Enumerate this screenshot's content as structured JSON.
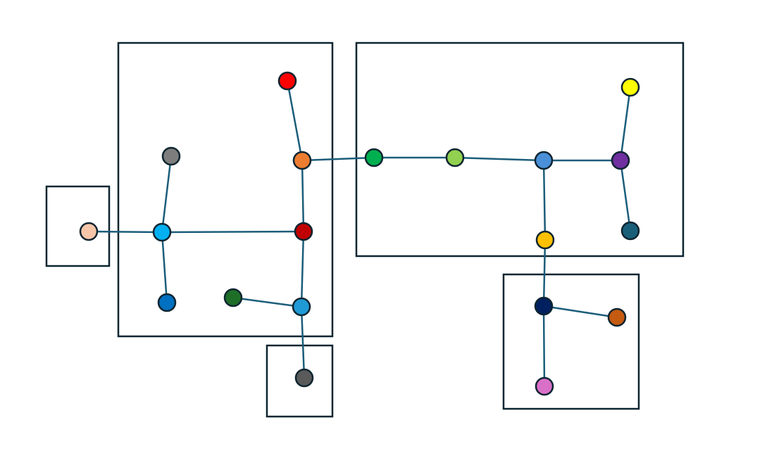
{
  "style": {
    "box_stroke": "#0b2530",
    "edge_stroke": "#1b5d7a",
    "node_stroke": "#0d2430"
  },
  "groups": [
    {
      "id": "group-left-single"
    },
    {
      "id": "group-main-left"
    },
    {
      "id": "group-bottom-single"
    },
    {
      "id": "group-main-right"
    },
    {
      "id": "group-bottom-right"
    }
  ],
  "nodes": [
    {
      "id": "peach",
      "color": "#f7c6a8"
    },
    {
      "id": "gray-top",
      "color": "#7d7d7d"
    },
    {
      "id": "cyan-hub",
      "color": "#00b0f0"
    },
    {
      "id": "blue-bottom-left",
      "color": "#0070c0"
    },
    {
      "id": "red",
      "color": "#ff0000"
    },
    {
      "id": "orange",
      "color": "#ed7d31"
    },
    {
      "id": "dark-red",
      "color": "#c00000"
    },
    {
      "id": "dark-green",
      "color": "#1e6e28"
    },
    {
      "id": "sky-blue",
      "color": "#1f9ad6"
    },
    {
      "id": "dark-gray",
      "color": "#5a5a5a"
    },
    {
      "id": "green",
      "color": "#00b050"
    },
    {
      "id": "light-green",
      "color": "#92d050"
    },
    {
      "id": "cornflower",
      "color": "#4a90d9"
    },
    {
      "id": "purple",
      "color": "#7030a0"
    },
    {
      "id": "yellow",
      "color": "#ffff00"
    },
    {
      "id": "teal",
      "color": "#1a5f7a"
    },
    {
      "id": "amber",
      "color": "#ffc000"
    },
    {
      "id": "navy",
      "color": "#002060"
    },
    {
      "id": "rust",
      "color": "#c55a11"
    },
    {
      "id": "orchid",
      "color": "#d970c8"
    }
  ],
  "edges": [
    [
      "peach",
      "cyan-hub"
    ],
    [
      "gray-top",
      "cyan-hub"
    ],
    [
      "cyan-hub",
      "blue-bottom-left"
    ],
    [
      "cyan-hub",
      "dark-red"
    ],
    [
      "red",
      "orange"
    ],
    [
      "orange",
      "dark-red"
    ],
    [
      "dark-red",
      "sky-blue"
    ],
    [
      "dark-green",
      "sky-blue"
    ],
    [
      "sky-blue",
      "dark-gray"
    ],
    [
      "orange",
      "green"
    ],
    [
      "green",
      "light-green"
    ],
    [
      "light-green",
      "cornflower"
    ],
    [
      "cornflower",
      "purple"
    ],
    [
      "purple",
      "yellow"
    ],
    [
      "purple",
      "teal"
    ],
    [
      "cornflower",
      "amber"
    ],
    [
      "amber",
      "navy"
    ],
    [
      "navy",
      "rust"
    ],
    [
      "navy",
      "orchid"
    ]
  ]
}
